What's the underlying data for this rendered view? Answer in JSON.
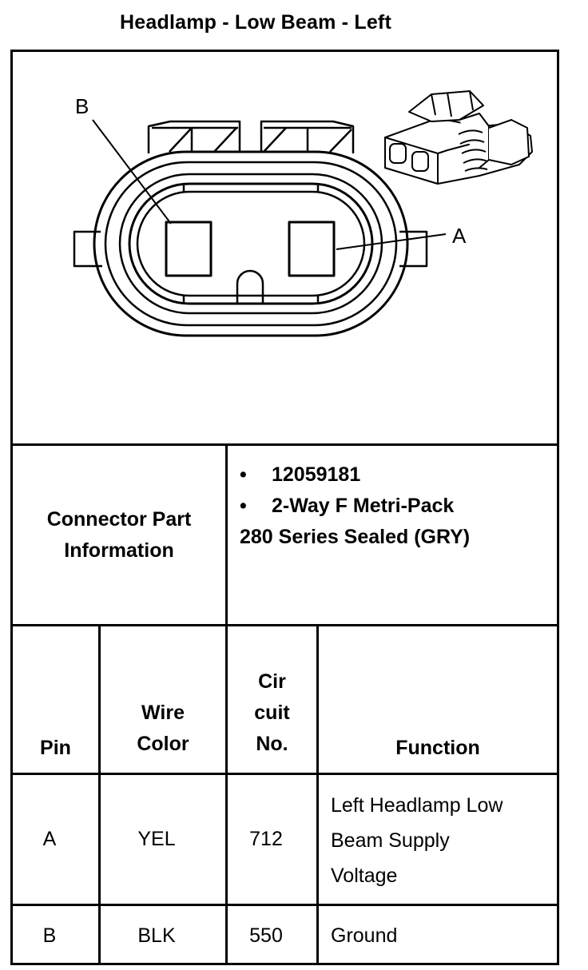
{
  "title": "Headlamp - Low Beam - Left",
  "diagram": {
    "pin_b_label": "B",
    "pin_a_label": "A"
  },
  "connector": {
    "header_line1": "Connector Part",
    "header_line2": "Information",
    "bullet": "•",
    "part_number": "12059181",
    "part_desc": "2-Way F Metri-Pack",
    "series": "280 Series Sealed (GRY)"
  },
  "table": {
    "headers": {
      "pin": "Pin",
      "wire_color_1": "Wire",
      "wire_color_2": "Color",
      "circuit_1": "Cir",
      "circuit_2": "cuit",
      "circuit_3": "No.",
      "function": "Function"
    },
    "rows": [
      {
        "pin": "A",
        "wire_color": "YEL",
        "circuit": "712",
        "function_1": "Left Headlamp Low",
        "function_2": "Beam Supply",
        "function_3": "Voltage"
      },
      {
        "pin": "B",
        "wire_color": "BLK",
        "circuit": "550",
        "function_1": "Ground"
      }
    ]
  }
}
